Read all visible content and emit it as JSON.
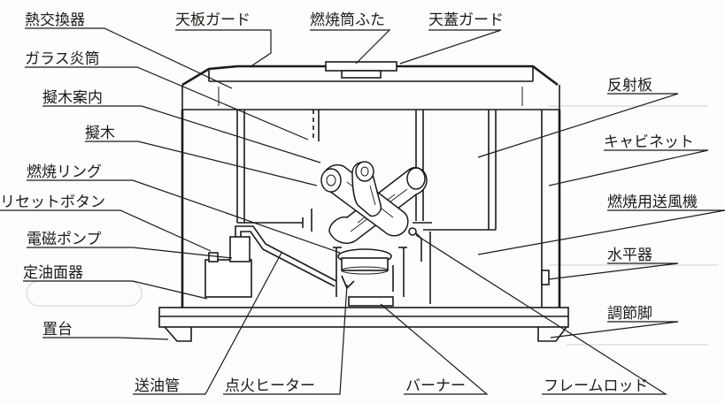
{
  "diagram": {
    "labels": {
      "heat_exchanger": "熱交換器",
      "top_guard": "天板ガード",
      "combustion_tube_lid": "燃焼筒ふた",
      "lid_guard": "天蓋ガード",
      "glass_flame_tube": "ガラス炎筒",
      "log_guide": "擬木案内",
      "reflector": "反射板",
      "imitation_log": "擬木",
      "cabinet": "キャビネット",
      "combustion_ring": "燃焼リング",
      "combustion_fan": "燃焼用送風機",
      "reset_button": "リセットボタン",
      "solenoid_pump": "電磁ポンプ",
      "level": "水平器",
      "oil_level_regulator": "定油面器",
      "base": "置台",
      "adjuster_foot": "調節脚",
      "oil_feed_pipe": "送油管",
      "igniter_heater": "点火ヒーター",
      "burner": "バーナー",
      "flame_rod": "フレームロッド"
    }
  }
}
